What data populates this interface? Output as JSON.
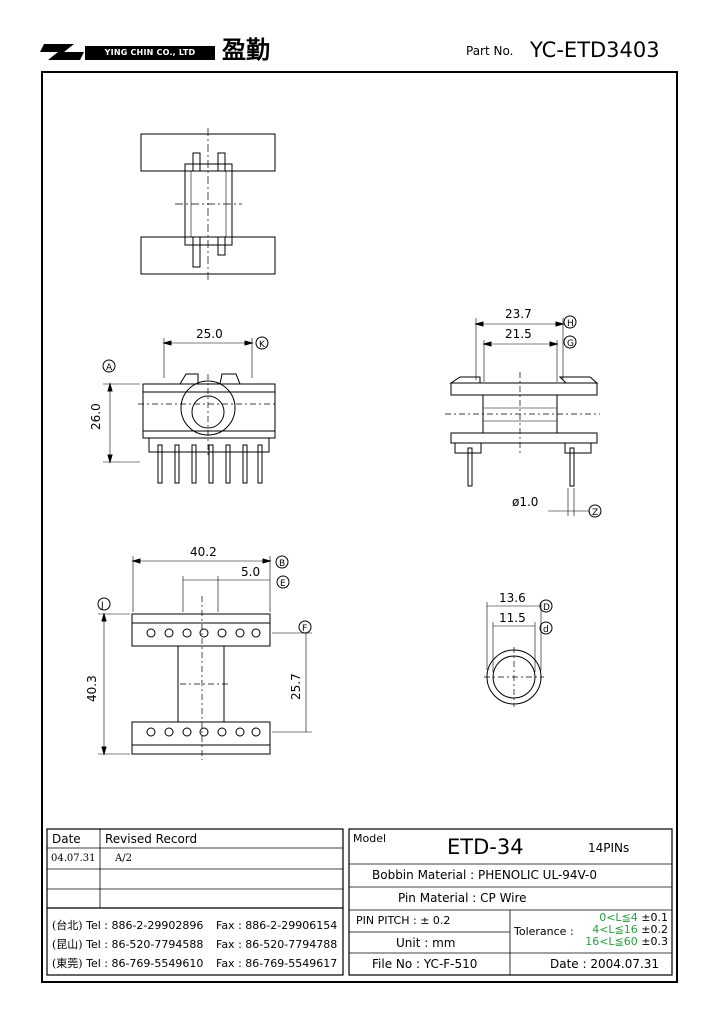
{
  "header": {
    "company_en": "YING CHIN CO., LTD",
    "company_cn": "盈勤",
    "part_label": "Part No.",
    "part_number": "YC-ETD3403"
  },
  "dims": {
    "side_width": "25.0",
    "side_height": "26.0",
    "tag_k": "K",
    "tag_a": "A",
    "end_outer": "23.7",
    "end_inner": "21.5",
    "tag_h": "H",
    "tag_g": "G",
    "pin_dia": "ø1.0",
    "tag_z": "Z",
    "bottom_width": "40.2",
    "bottom_pitch": "5.0",
    "bottom_height": "40.3",
    "bottom_span": "25.7",
    "tag_b": "B",
    "tag_e": "E",
    "tag_j": "J",
    "tag_f": "F",
    "tube_outer": "13.6",
    "tube_inner": "11.5",
    "tag_d": "D",
    "tag_d2": "d"
  },
  "revision": {
    "col_date": "Date",
    "col_record": "Revised  Record",
    "rows": [
      {
        "date": "04.07.31",
        "record": "A/2"
      },
      {
        "date": "",
        "record": ""
      },
      {
        "date": "",
        "record": ""
      }
    ]
  },
  "contacts": [
    {
      "city": "(台北)",
      "tel": "Tel : 886-2-29902896",
      "fax": "Fax : 886-2-29906154"
    },
    {
      "city": "(昆山)",
      "tel": "Tel : 86-520-7794588",
      "fax": "Fax : 86-520-7794788"
    },
    {
      "city": "(東莞)",
      "tel": "Tel : 86-769-5549610",
      "fax": "Fax : 86-769-5549617"
    }
  ],
  "spec": {
    "model_label": "Model",
    "model_value": "ETD-34",
    "pins": "14PINs",
    "bobbin_material": "Bobbin  Material : PHENOLIC UL-94V-0",
    "pin_material": "Pin  Material : CP Wire",
    "pin_pitch": "PIN  PITCH : ± 0.2",
    "unit": "Unit : mm",
    "file_no": "File  No : YC-F-510",
    "tolerance_label": "Tolerance :",
    "tol_row1_a": "0<L≦4",
    "tol_row1_b": "±0.1",
    "tol_row2_a": "4<L≦16",
    "tol_row2_b": "±0.2",
    "tol_row3_a": "16<L≦60",
    "tol_row3_b": "±0.3",
    "date": "Date : 2004.07.31"
  }
}
